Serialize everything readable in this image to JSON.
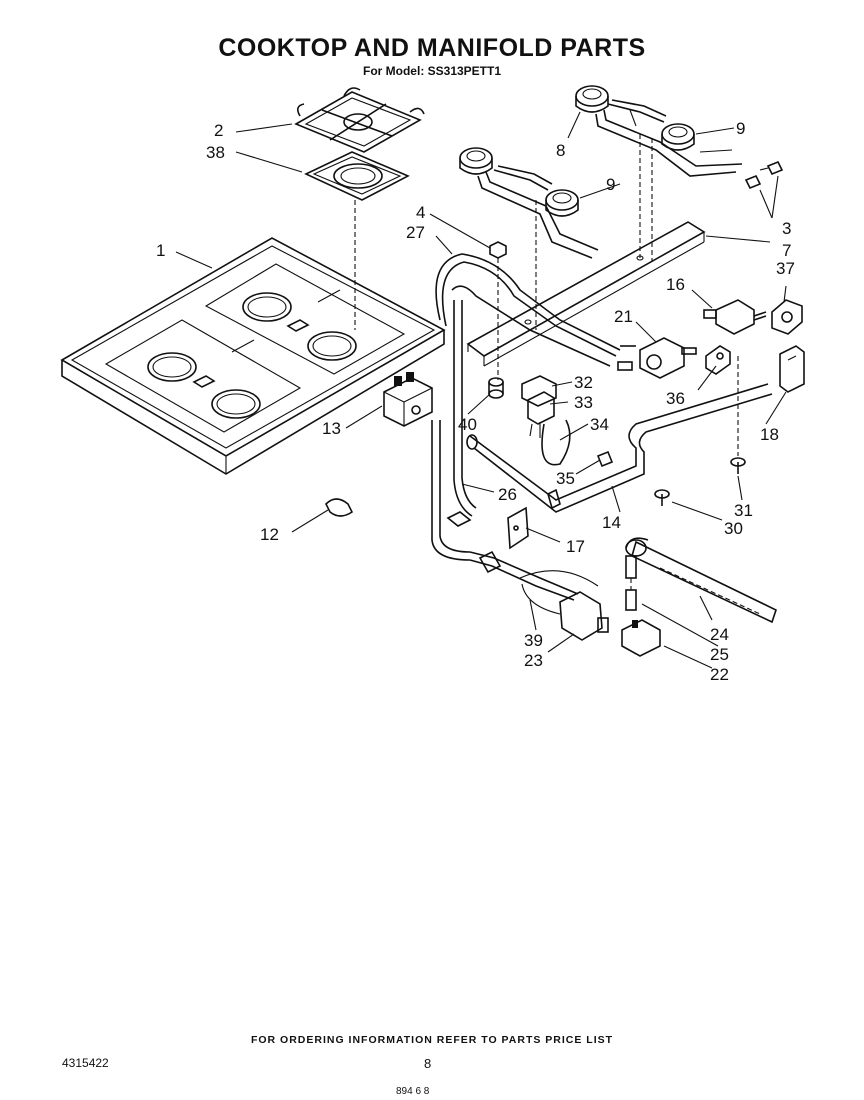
{
  "header": {
    "title": "COOKTOP AND MANIFOLD PARTS",
    "subtitle": "For Model: SS313PETT1"
  },
  "callouts": {
    "c1": "1",
    "c2": "2",
    "c3": "3",
    "c4": "4",
    "c7": "7",
    "c8": "8",
    "c9a": "9",
    "c9b": "9",
    "c12": "12",
    "c13": "13",
    "c14": "14",
    "c16": "16",
    "c17": "17",
    "c18": "18",
    "c21": "21",
    "c22": "22",
    "c23": "23",
    "c24": "24",
    "c25": "25",
    "c26": "26",
    "c27": "27",
    "c30": "30",
    "c31": "31",
    "c32": "32",
    "c33": "33",
    "c34": "34",
    "c35": "35",
    "c36": "36",
    "c37": "37",
    "c38": "38",
    "c39": "39",
    "c40": "40"
  },
  "footer": {
    "note": "FOR ORDERING INFORMATION REFER TO PARTS PRICE LIST",
    "doc_number": "4315422",
    "page_number": "8",
    "mark": "894 6 8"
  }
}
